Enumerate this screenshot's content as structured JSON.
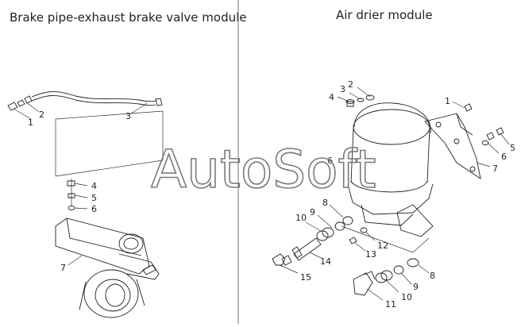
{
  "titles": {
    "left": "Brake pipe-exhaust brake valve module",
    "right": "Air drier module"
  },
  "watermark": "AutoSoft",
  "callouts": {
    "left": [
      "1",
      "2",
      "3",
      "4",
      "5",
      "6",
      "7"
    ],
    "right": [
      "1",
      "2",
      "3",
      "4",
      "5",
      "6",
      "6",
      "7",
      "8",
      "8",
      "9",
      "9",
      "10",
      "10",
      "11",
      "12",
      "13",
      "14",
      "15"
    ]
  },
  "colors": {
    "line": "#222222",
    "watermark": "#7a7a7a",
    "background": "#ffffff"
  }
}
